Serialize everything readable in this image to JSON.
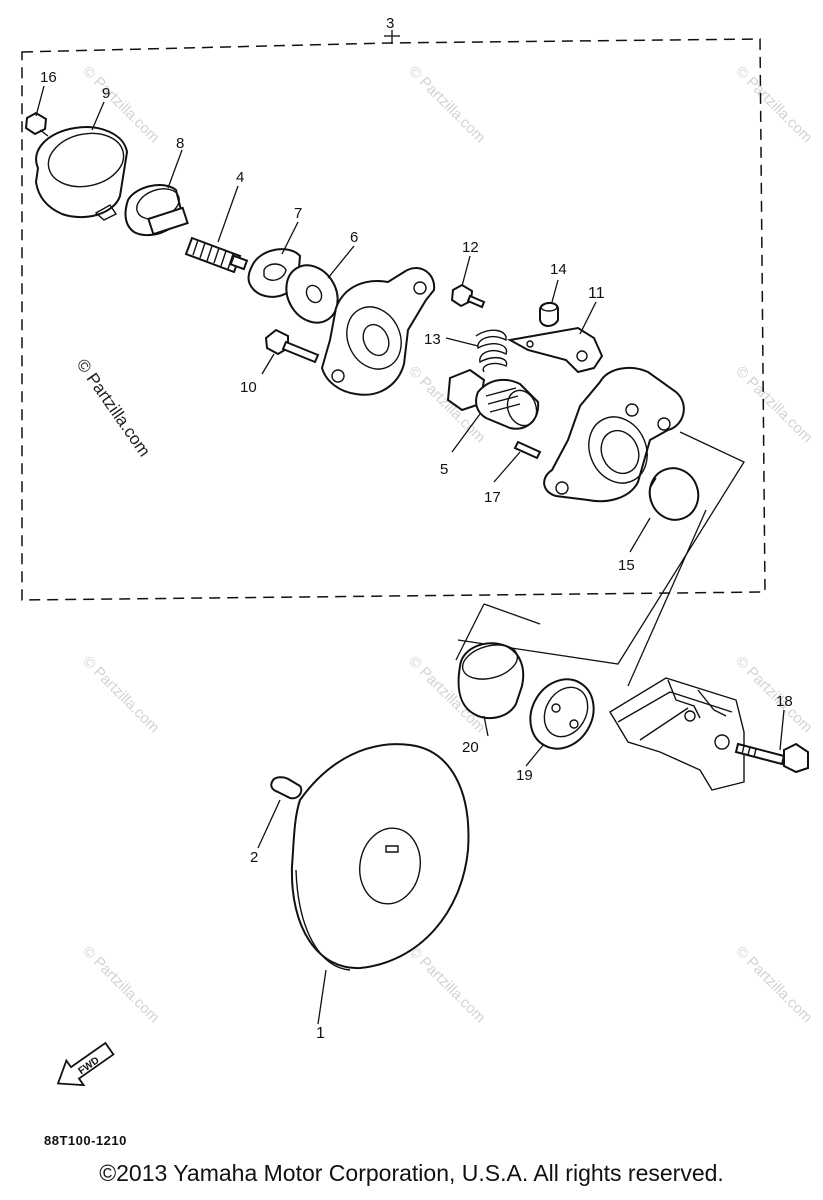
{
  "assembly_label": "3",
  "callouts": {
    "p1": "1",
    "p2": "2",
    "p4": "4",
    "p5": "5",
    "p6": "6",
    "p7": "7",
    "p8": "8",
    "p9": "9",
    "p10": "10",
    "p11": "11",
    "p12": "12",
    "p13": "13",
    "p14": "14",
    "p15": "15",
    "p16": "16",
    "p17": "17",
    "p18": "18",
    "p19": "19",
    "p20": "20"
  },
  "watermark": {
    "main": "© Partzilla.com",
    "tile": "© Partzilla.com"
  },
  "fwd_label": "FWD",
  "diagram_code": "88T100-1210",
  "copyright": "©2013 Yamaha Motor Corporation, U.S.A. All rights reserved.",
  "icons": [
    "fwd-arrow-icon"
  ]
}
